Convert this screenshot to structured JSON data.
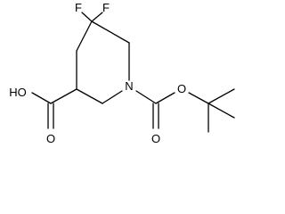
{
  "labels": {
    "fluorine_left": "F",
    "fluorine_right": "F",
    "hydroxyl": "HO",
    "carboxyl_oxygen": "O",
    "ring_nitrogen": "N",
    "ester_carbonyl_oxygen": "O",
    "ester_oxygen": "O"
  },
  "colors": {
    "line": "#000000",
    "background": "#ffffff"
  }
}
